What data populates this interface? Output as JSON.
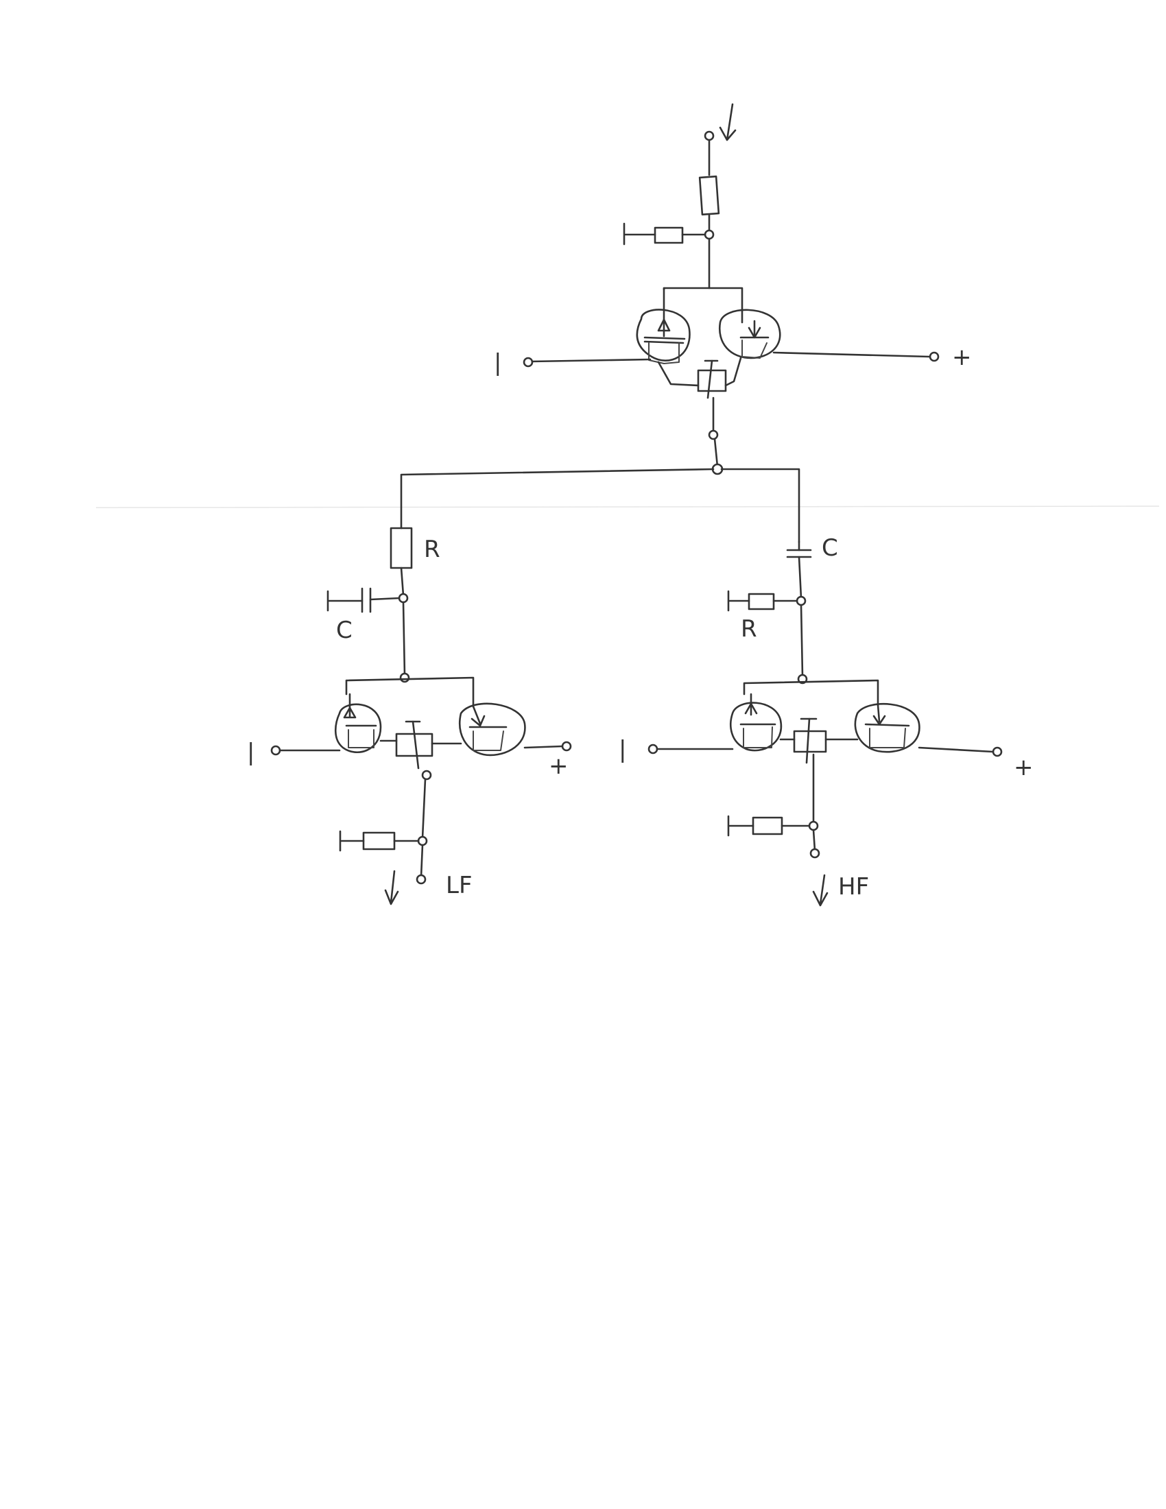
{
  "labels": {
    "top_minus": "|",
    "top_plus": "+",
    "branch_left_r": "R",
    "branch_left_c": "C",
    "branch_right_c": "C",
    "branch_right_r": "R",
    "left_minus": "|",
    "left_plus": "+",
    "left_output": "LF",
    "right_minus": "|",
    "right_plus": "+",
    "right_output": "HF"
  }
}
